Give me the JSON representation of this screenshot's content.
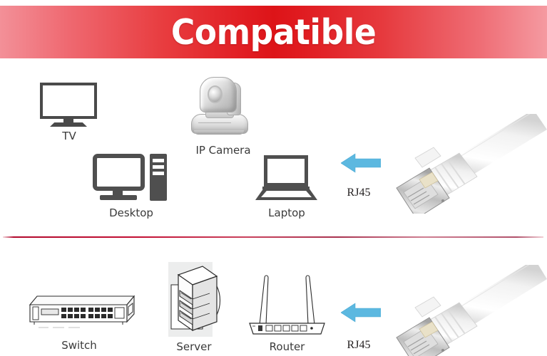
{
  "banner": {
    "title": "Compatible",
    "bg_center_color": "#dd1418",
    "bg_edge_color": "#f39aa1",
    "text_color": "#ffffff"
  },
  "divider": {
    "color": "#c30f33"
  },
  "colors": {
    "icon_gray": "#4f4f4f",
    "label_gray": "#3a3a3a",
    "arrow_blue": "#5cb8e0",
    "line_art": "#2b2b2b"
  },
  "top_section": {
    "devices": [
      {
        "id": "tv",
        "label": "TV",
        "icon": "tv-icon"
      },
      {
        "id": "ip-camera",
        "label": "IP Camera",
        "icon": "ip-camera-icon"
      },
      {
        "id": "desktop",
        "label": "Desktop",
        "icon": "desktop-icon"
      },
      {
        "id": "laptop",
        "label": "Laptop",
        "icon": "laptop-icon"
      }
    ],
    "arrow": {
      "icon": "arrow-left-icon",
      "direction": "left",
      "color": "#5cb8e0"
    },
    "connector_label": "RJ45",
    "cable": {
      "icon": "rj45-cable-icon",
      "description": "White shielded RJ45 patch cable"
    }
  },
  "bottom_section": {
    "devices": [
      {
        "id": "switch",
        "label": "Switch",
        "icon": "network-switch-icon"
      },
      {
        "id": "server",
        "label": "Server",
        "icon": "server-rack-icon"
      },
      {
        "id": "router",
        "label": "Router",
        "icon": "wifi-router-icon"
      }
    ],
    "arrow": {
      "icon": "arrow-left-icon",
      "direction": "left",
      "color": "#5cb8e0"
    },
    "connector_label": "RJ45",
    "cable": {
      "icon": "rj45-cable-icon",
      "description": "White shielded RJ45 patch cable"
    }
  }
}
